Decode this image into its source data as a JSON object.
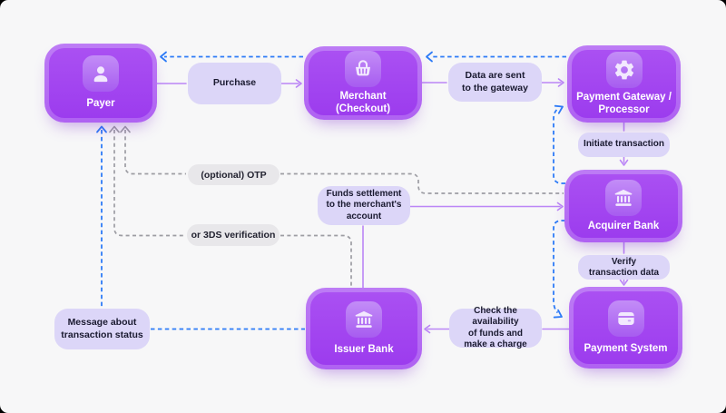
{
  "diagram": {
    "type": "flowchart",
    "subject": "online card payment processing flow",
    "colors": {
      "background": "#f7f7f8",
      "node_fill": "#a148f0",
      "node_ring": "#b66ef3",
      "icon_tile": "#b573f3",
      "flow_label_fill": "#dcd6f8",
      "pill_fill": "#e8e7ea",
      "solid_arrow": "#bb86f6",
      "response_dashed": "#2d7bf7",
      "auth_dashed": "#9d9da3",
      "node_text": "#ffffff",
      "label_text": "#1a1a30"
    },
    "nodes": {
      "payer": {
        "label": "Payer",
        "icon": "user-icon"
      },
      "merchant": {
        "label": "Merchant\n(Checkout)",
        "icon": "basket-icon"
      },
      "gateway": {
        "label": "Payment Gateway /\nProcessor",
        "icon": "gear-icon"
      },
      "acquirer": {
        "label": "Acquirer Bank",
        "icon": "bank-icon"
      },
      "psystem": {
        "label": "Payment System",
        "icon": "card-icon"
      },
      "issuer": {
        "label": "Issuer Bank",
        "icon": "bank-icon"
      }
    },
    "flow_labels": {
      "purchase": {
        "text": "Purchase"
      },
      "data_sent": {
        "text": "Data are sent\nto the gateway"
      },
      "initiate": {
        "text": "Initiate transaction"
      },
      "verify": {
        "text": "Verify\ntransaction data"
      },
      "check": {
        "text": "Check the availability\nof funds and\nmake a charge"
      },
      "funds": {
        "text": "Funds settlement\nto the merchant's\naccount"
      },
      "message": {
        "text": "Message about\ntransaction status"
      },
      "otp": {
        "text": "(optional) OTP"
      },
      "tds": {
        "text": "or 3DS verification"
      }
    },
    "edges": [
      {
        "from": "payer",
        "to": "merchant",
        "label": "Purchase",
        "style": "solid"
      },
      {
        "from": "merchant",
        "to": "gateway",
        "label": "Data are sent to the gateway",
        "style": "solid"
      },
      {
        "from": "gateway",
        "to": "acquirer",
        "label": "Initiate transaction",
        "style": "solid"
      },
      {
        "from": "acquirer",
        "to": "psystem",
        "label": "Verify transaction data",
        "style": "solid"
      },
      {
        "from": "psystem",
        "to": "issuer",
        "label": "Check the availability of funds and make a charge",
        "style": "solid"
      },
      {
        "from": "issuer",
        "to": "acquirer",
        "label": "Funds settlement to the merchant's account",
        "style": "solid"
      },
      {
        "from": "gateway",
        "to": "merchant",
        "label": "",
        "style": "dashed-blue"
      },
      {
        "from": "merchant",
        "to": "payer",
        "label": "",
        "style": "dashed-blue"
      },
      {
        "from": "acquirer",
        "to": "gateway",
        "label": "",
        "style": "dashed-blue"
      },
      {
        "from": "acquirer",
        "to": "psystem",
        "label": "",
        "style": "dashed-blue"
      },
      {
        "from": "issuer",
        "to": "payer",
        "label": "Message about transaction status",
        "style": "dashed-blue"
      },
      {
        "from": "acquirer",
        "to": "payer",
        "label": "(optional) OTP",
        "style": "dashed-gray"
      },
      {
        "from": "issuer",
        "to": "payer",
        "label": "or 3DS verification",
        "style": "dashed-gray"
      }
    ]
  }
}
